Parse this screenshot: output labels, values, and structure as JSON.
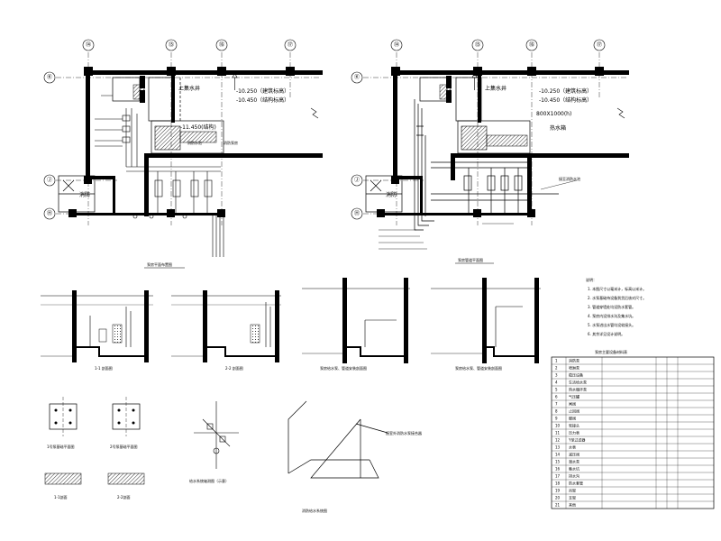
{
  "plan_left": {
    "axes_top": [
      "⑭",
      "⑮",
      "⑯",
      "⑰"
    ],
    "axes_left": [
      "Ⓚ",
      "Ⓙ",
      "Ⓗ"
    ],
    "pit_label": "上集水井",
    "elev_1": "-10.250（建筑标高）",
    "elev_2": "-10.450（结构标高）",
    "elev_3": "-11.450(结构)",
    "stair": "消防",
    "room_l1": "消防水池",
    "room_l2": "消防泵房",
    "title": "泵房平面布置图"
  },
  "plan_right": {
    "axes_top": [
      "⑭",
      "⑮",
      "⑯",
      "⑰"
    ],
    "axes_left": [
      "Ⓚ",
      "Ⓙ",
      "Ⓗ"
    ],
    "pit_label": "上集水井",
    "elev_1": "-10.250（建筑标高）",
    "elev_2": "-10.450（结构标高）",
    "size": "800X1000(h)",
    "room": "热水箱",
    "stair": "消防",
    "title": "泵房管道平面图",
    "note": "接至消防水池"
  },
  "sections": {
    "s1": "1-1 剖面图",
    "s2": "2-2 剖面图",
    "s3": "泵房给水泵、管道安装剖面图",
    "s4": "泵房给水泵、管道安装剖面图"
  },
  "details": {
    "d1": "1号泵基础平面图",
    "d2": "2号泵基础平面图",
    "d1s": "1-1剖面",
    "d2s": "2-2剖面",
    "axo": "给水系统轴测图（示意）",
    "iso": "消防给水系统图",
    "iso_note": "接室外消防水泵接合器"
  },
  "notes": {
    "title": "说明：",
    "items": [
      "1. 本图尺寸以毫米计，标高以米计。",
      "2. 水泵基础待设备到货后核对尺寸。",
      "3. 管道穿墙处均设防水套管。",
      "4. 泵房内设排水沟及集水坑。",
      "5. 水泵进出水管均设软接头。",
      "6. 其余详见设计说明。"
    ]
  },
  "legend": {
    "title": "泵房主要设备材料表",
    "rows": [
      [
        "1",
        "消防泵"
      ],
      [
        "2",
        "喷淋泵"
      ],
      [
        "3",
        "稳压设备"
      ],
      [
        "4",
        "生活给水泵"
      ],
      [
        "5",
        "热水循环泵"
      ],
      [
        "6",
        "气压罐"
      ],
      [
        "7",
        "闸阀"
      ],
      [
        "8",
        "止回阀"
      ],
      [
        "9",
        "蝶阀"
      ],
      [
        "10",
        "软接头"
      ],
      [
        "11",
        "压力表"
      ],
      [
        "12",
        "Y型过滤器"
      ],
      [
        "13",
        "水表"
      ],
      [
        "14",
        "减压阀"
      ],
      [
        "15",
        "潜水泵"
      ],
      [
        "16",
        "集水坑"
      ],
      [
        "17",
        "排水沟"
      ],
      [
        "18",
        "防水套管"
      ],
      [
        "19",
        "吊架"
      ],
      [
        "20",
        "支架"
      ],
      [
        "21",
        "其他"
      ]
    ]
  }
}
